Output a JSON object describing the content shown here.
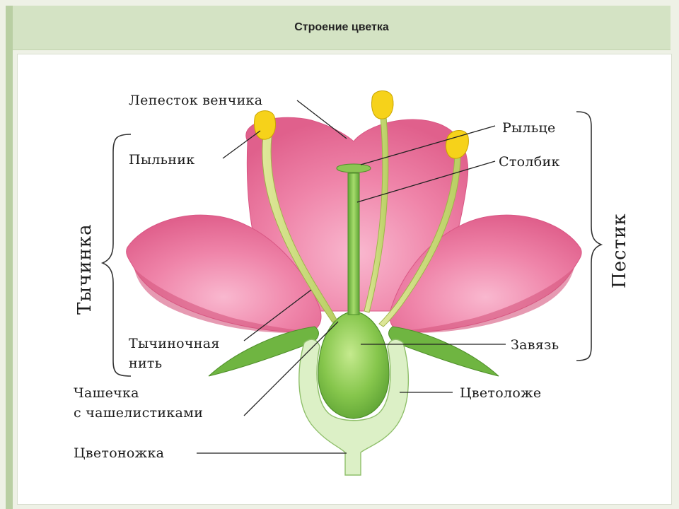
{
  "header": {
    "title": "Строение цветка"
  },
  "labels": {
    "petal": "Лепесток венчика",
    "anther": "Пыльник",
    "stamen": "Тычинка",
    "filament_1": "Тычиночная",
    "filament_2": "нить",
    "calyx_1": "Чашечка",
    "calyx_2": "с чашелистиками",
    "pedicel": "Цветоножка",
    "stigma": "Рыльце",
    "style": "Столбик",
    "pistil": "Пестик",
    "ovary": "Завязь",
    "receptacle": "Цветоложе"
  },
  "colors": {
    "petal": "#ee7fa5",
    "petal_dark": "#d95684",
    "pistil": "#7bc043",
    "receptacle": "#d8efc0",
    "anther": "#f6d21a",
    "sepal": "#5fa63a"
  }
}
